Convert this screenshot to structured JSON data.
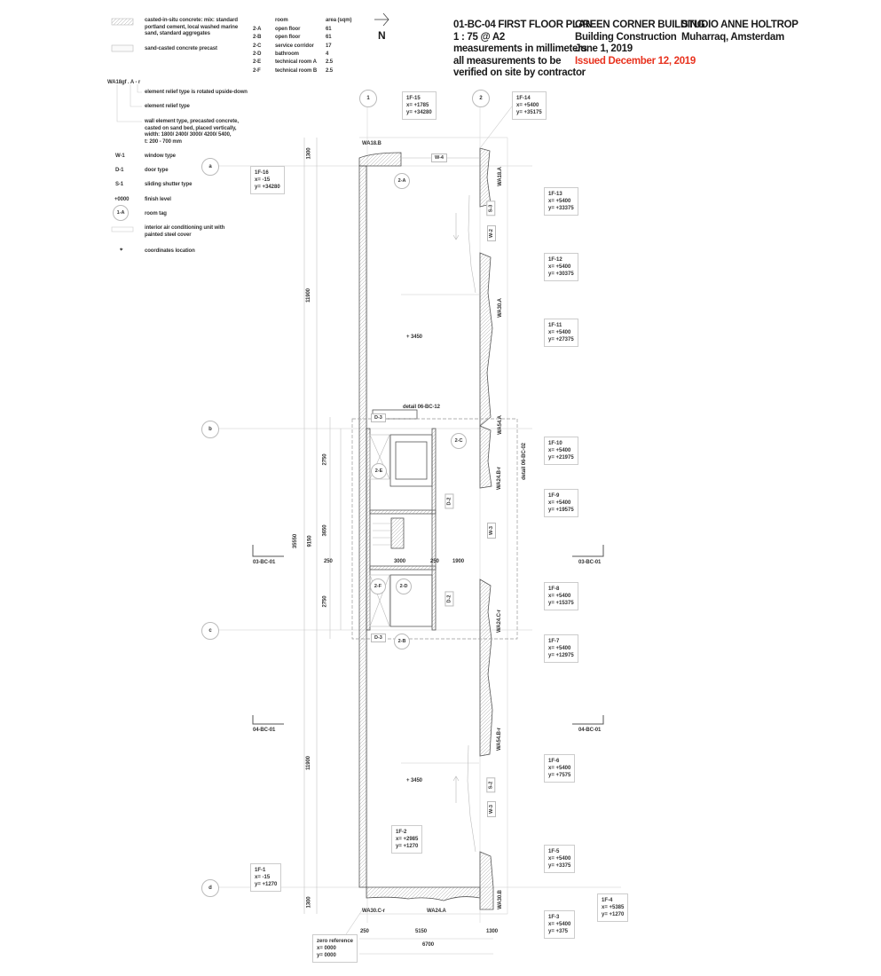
{
  "title_block": {
    "plan_title": "01-BC-04 FIRST FLOOR PLAN",
    "scale": "1 : 75 @ A2",
    "note_1": "measurements in millimeters",
    "note_2": "all measurements to be",
    "note_3": "verified on site by contractor",
    "project": "GREEN CORNER BUILDING",
    "phase": "Building Construction",
    "date": "June 1, 2019",
    "issued": "Issued December 12, 2019",
    "studio": "STUDIO ANNE HOLTROP",
    "location": "Muharraq, Amsterdam",
    "issued_color": "#e8321e"
  },
  "north": {
    "label": "N"
  },
  "legend": {
    "concrete_1": "casted-in-situ concrete: mix: standard",
    "concrete_2": "portland cement, local washed marine",
    "concrete_3": "sand, standard aggregates",
    "precast": "sand-casted concrete precast",
    "wall_code": "WA18gf . A - r",
    "rotated": "element relief type is rotated upside-down",
    "relief": "element relief type",
    "wall_1": "wall element type, precasted concrete,",
    "wall_2": "casted on sand bed, placed vertically,",
    "wall_3": "width: 1800/ 2400/ 3000/ 4200/ 5400,",
    "wall_4": "t: 200 - 700 mm",
    "w_sym": "W-1",
    "w_label": "window type",
    "d_sym": "D-1",
    "d_label": "door type",
    "s_sym": "S-1",
    "s_label": "sliding shutter type",
    "f_sym": "+0000",
    "f_label": "finish level",
    "r_sym": "1-A",
    "r_label": "room tag",
    "ac_1": "interior air conditioning unit with",
    "ac_2": "painted steel cover",
    "c_label": "coordinates location"
  },
  "rooms": {
    "header_room": "room",
    "header_area": "area (sqm)",
    "rows": [
      {
        "code": "2-A",
        "name": "open floor",
        "area": "61"
      },
      {
        "code": "2-B",
        "name": "open floor",
        "area": "61"
      },
      {
        "code": "2-C",
        "name": "service corridor",
        "area": "17"
      },
      {
        "code": "2-D",
        "name": "bathroom",
        "area": "4"
      },
      {
        "code": "2-E",
        "name": "technical room A",
        "area": "2.5"
      },
      {
        "code": "2-F",
        "name": "technical room B",
        "area": "2.5"
      }
    ]
  },
  "grid": {
    "a": "a",
    "b": "b",
    "c": "c",
    "d": "d",
    "col1": "1",
    "col2": "2"
  },
  "coordinates": [
    {
      "id": "1F-1",
      "x": "x= -15",
      "y": "y= +1270"
    },
    {
      "id": "1F-2",
      "x": "x= +2985",
      "y": "y= +1270"
    },
    {
      "id": "1F-3",
      "x": "x= +5400",
      "y": "y= +375"
    },
    {
      "id": "1F-4",
      "x": "x= +5385",
      "y": "y= +1270"
    },
    {
      "id": "1F-5",
      "x": "x= +5400",
      "y": "y= +3375"
    },
    {
      "id": "1F-6",
      "x": "x= +5400",
      "y": "y= +7575"
    },
    {
      "id": "1F-7",
      "x": "x= +5400",
      "y": "y= +12975"
    },
    {
      "id": "1F-8",
      "x": "x= +5400",
      "y": "y= +15375"
    },
    {
      "id": "1F-9",
      "x": "x= +5400",
      "y": "y= +19575"
    },
    {
      "id": "1F-10",
      "x": "x= +5400",
      "y": "y= +21975"
    },
    {
      "id": "1F-11",
      "x": "x= +5400",
      "y": "y= +27375"
    },
    {
      "id": "1F-12",
      "x": "x= +5400",
      "y": "y= +30375"
    },
    {
      "id": "1F-13",
      "x": "x= +5400",
      "y": "y= +33375"
    },
    {
      "id": "1F-14",
      "x": "x= +5400",
      "y": "y= +35175"
    },
    {
      "id": "1F-15",
      "x": "x= +1785",
      "y": "y= +34280"
    },
    {
      "id": "1F-16",
      "x": "x= -15",
      "y": "y= +34280"
    },
    {
      "id": "zero reference",
      "x": "x= 0000",
      "y": "y= 0000"
    }
  ],
  "room_tags": [
    "2-A",
    "2-C",
    "2-E",
    "2-F",
    "2-D",
    "2-B"
  ],
  "element_tags": [
    "D-3",
    "D-3",
    "D-2",
    "D-2",
    "W-4",
    "S-3",
    "W-2",
    "W-3",
    "S-2",
    "W-3"
  ],
  "walls": [
    "WA18.B",
    "WA18.A",
    "WA30.A",
    "WA54.A",
    "WA24.B-r",
    "WA24.C-r",
    "WA54.B-r",
    "WA30.B",
    "WA30.C-r",
    "WA24.A"
  ],
  "levels": [
    "+ 3450",
    "+ 3450"
  ],
  "dimensions": {
    "v": [
      "1300",
      "11900",
      "35550",
      "9150",
      "2750",
      "3650",
      "2750",
      "11900",
      "1300"
    ],
    "h": [
      "250",
      "3000",
      "250",
      "1900",
      "250",
      "5150",
      "1300",
      "6700"
    ]
  },
  "sections": [
    "03-BC-01",
    "03-BC-01",
    "04-BC-01",
    "04-BC-01"
  ],
  "details": [
    "detail 06-BC-12",
    "detail 06-BC-02"
  ]
}
